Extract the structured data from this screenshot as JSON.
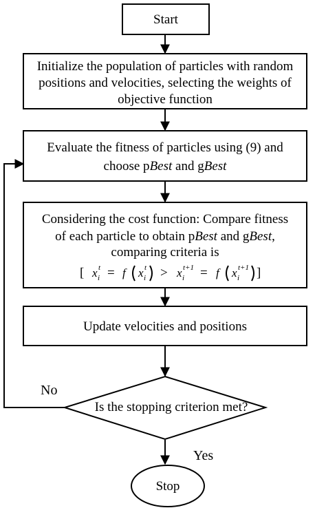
{
  "nodes": {
    "start": {
      "label": "Start"
    },
    "init": {
      "lines": [
        "Initialize  the population of particles with random",
        "positions and velocities, selecting the weights of",
        "objective function"
      ]
    },
    "evaluate": {
      "line1": "Evaluate the fitness of particles using (9) and",
      "line2_prefix": "choose p",
      "line2_best1": "Best",
      "line2_mid": " and g",
      "line2_best2": "Best"
    },
    "cost": {
      "line1": "Considering the cost function: Compare fitness",
      "line2_prefix": "of each particle to obtain p",
      "line2_best1": "Best",
      "line2_mid": " and g",
      "line2_best2": "Best",
      "line2_suffix": ",",
      "line3": "comparing criteria is",
      "formula": {
        "open": "[",
        "x": "x",
        "eq": "=",
        "f": "f",
        "gt": ">",
        "close": "]",
        "sub": "i",
        "sup_t": "t",
        "sup_t1": "t+1"
      }
    },
    "update": {
      "label": "Update velocities and positions"
    },
    "decision": {
      "label": "Is the stopping criterion met?"
    },
    "stop": {
      "label": "Stop"
    }
  },
  "edges": {
    "no_label": "No",
    "yes_label": "Yes"
  }
}
